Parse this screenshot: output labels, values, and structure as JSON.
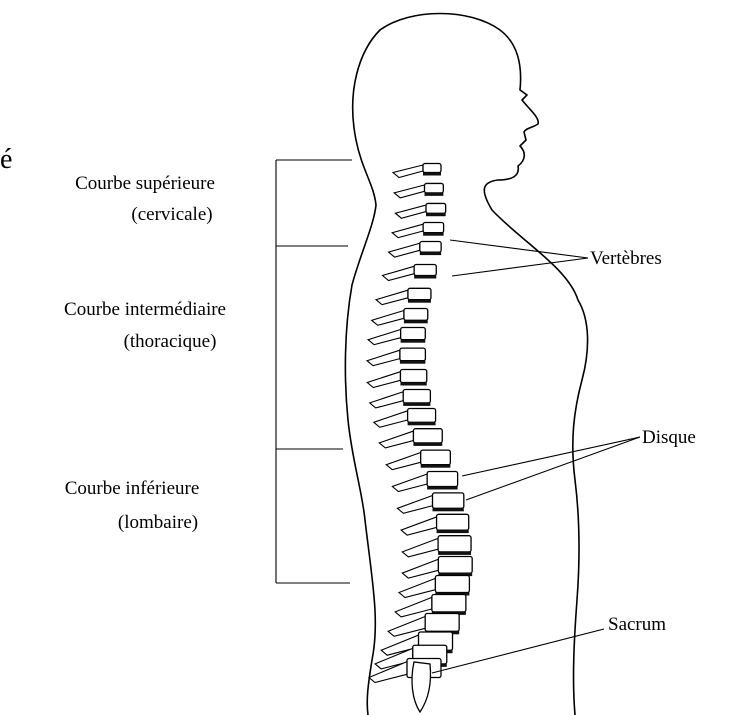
{
  "fragment_text": "é",
  "curves": {
    "upper_line1": "Courbe supérieure",
    "upper_line2": "(cervicale)",
    "middle_line1": "Courbe intermédiaire",
    "middle_line2": "(thoracique)",
    "lower_line1": "Courbe inférieure",
    "lower_line2": "(lombaire)"
  },
  "labels": {
    "vertebrae": "Vertèbres",
    "disc": "Disque",
    "sacrum": "Sacrum"
  }
}
